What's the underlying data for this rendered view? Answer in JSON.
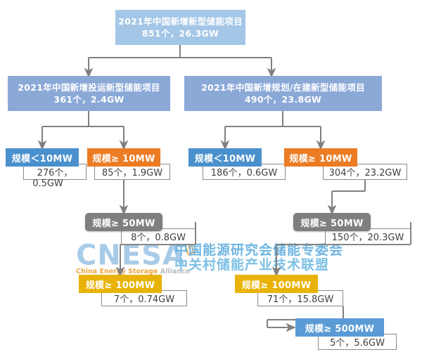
{
  "diagram": {
    "title_node": {
      "line1": "2021年中国新增新型储能项目",
      "line2": "851个，26.3GW"
    },
    "level2": [
      {
        "line1": "2021年中国新增投运新型储能项目",
        "line2": "361个，2.4GW"
      },
      {
        "line1": "2021年中国新增规划/在建新型储能项目",
        "line2": "490个，23.8GW"
      }
    ],
    "tags": {
      "lt10_left": "规模＜10MW",
      "ge10_left": "规模≥ 10MW",
      "lt10_right": "规模＜10MW",
      "ge10_right": "规模≥ 10MW",
      "ge50_left": "规模≥ 50MW",
      "ge50_right": "规模≥ 50MW",
      "ge100_left": "规模≥ 100MW",
      "ge100_right": "规模≥ 100MW",
      "ge500_right": "规模≥ 500MW"
    },
    "values": {
      "lt10_left_l1": "276个，",
      "lt10_left_l2": "0.5GW",
      "ge10_left": "85个，1.9GW",
      "lt10_right": "186个，0.6GW",
      "ge10_right": "304个，23.2GW",
      "ge50_left": "8个，0.8GW",
      "ge50_right": "150个，20.3GW",
      "ge100_left": "7个，0.74GW",
      "ge100_right": "71个，15.8GW",
      "ge500_right": "5个，5.6GW"
    },
    "watermark": {
      "logo_text": "CNESA",
      "logo_sub_orange": "China Energy Storage",
      "logo_sub_gray": "Alliance",
      "cn_line1": "中国能源研究会储能专委会",
      "cn_line2": "中关村储能产业技术联盟"
    },
    "colors": {
      "root": "#a4c6e7",
      "level2": "#8ba9d7",
      "blue_tag": "#4a90cd",
      "orange_tag": "#ec7c24",
      "gray_tag": "#7f7f7f",
      "gold_tag": "#e8b306",
      "blue500_tag": "#5b9bd5",
      "connector": "#808080",
      "watermark_blue": "#a8cbe8",
      "watermark_cn": "#6fb6e0"
    }
  }
}
